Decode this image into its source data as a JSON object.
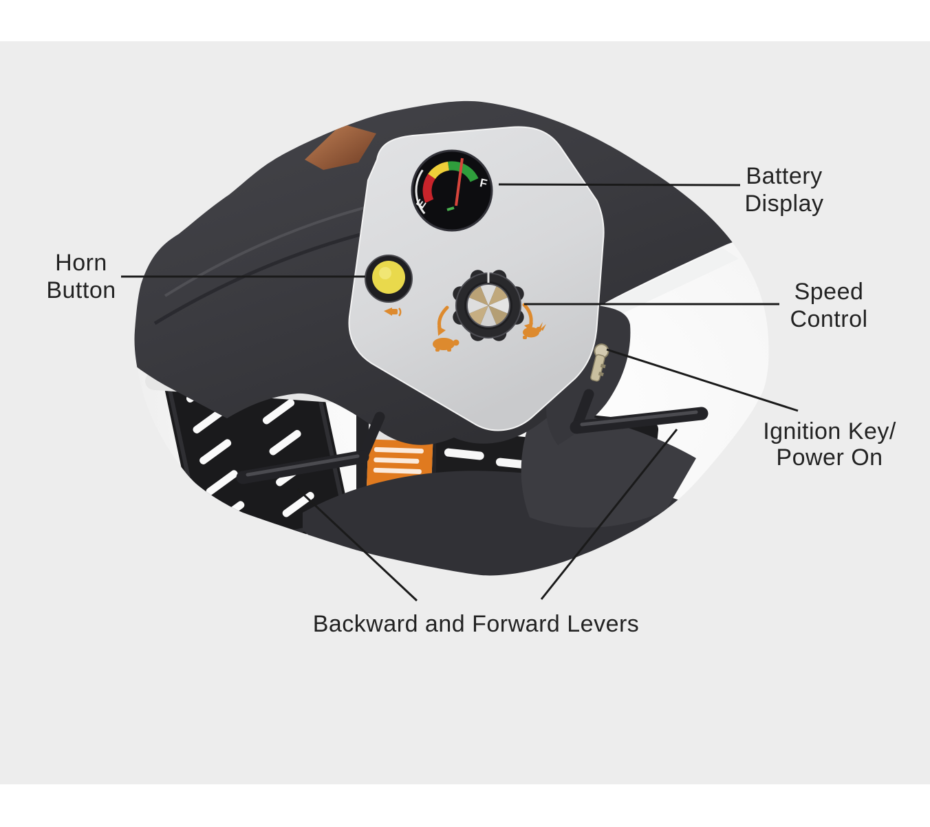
{
  "callouts": {
    "battery": {
      "label": "Battery\nDisplay"
    },
    "horn": {
      "label": "Horn\nButton"
    },
    "speed": {
      "label": "Speed\nControl"
    },
    "ignition": {
      "label": "Ignition Key/\nPower On"
    },
    "levers": {
      "label": "Backward and Forward Levers"
    }
  },
  "gauge": {
    "empty_label": "E",
    "full_label": "F",
    "colors": {
      "low": "#c8242b",
      "mid": "#efcf39",
      "high": "#2f9e3c",
      "needle": "#d8453c"
    }
  },
  "controls": {
    "horn_button_color": "#e9d94c",
    "icon_color": "#dd8a2e",
    "icons": [
      "horn-icon",
      "slow-arrow-icon",
      "turtle-icon",
      "fast-arrow-icon",
      "rabbit-icon"
    ]
  },
  "colors": {
    "page_background": "#ededed",
    "callout_line": "#1a1a1a",
    "label_text": "#222222",
    "tiller_body": "#3b3b40",
    "panel_face": "#d7d8da"
  }
}
